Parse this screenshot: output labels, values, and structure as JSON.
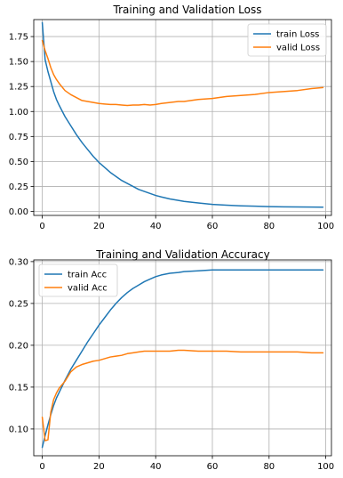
{
  "chart_data": [
    {
      "type": "line",
      "title": "Training and Validation Loss",
      "xlabel": "",
      "ylabel": "",
      "xlim": [
        -3,
        102
      ],
      "ylim": [
        -0.04,
        1.92
      ],
      "xticks": [
        0,
        20,
        40,
        60,
        80,
        100
      ],
      "yticks": [
        0.0,
        0.25,
        0.5,
        0.75,
        1.0,
        1.25,
        1.5,
        1.75
      ],
      "ytick_labels": [
        "0.00",
        "0.25",
        "0.50",
        "0.75",
        "1.00",
        "1.25",
        "1.50",
        "1.75"
      ],
      "grid": true,
      "legend_position": "top-right",
      "series": [
        {
          "name": "train Loss",
          "color": "#1f77b4",
          "x": [
            0,
            1,
            2,
            3,
            4,
            5,
            6,
            8,
            10,
            12,
            14,
            16,
            18,
            20,
            22,
            24,
            26,
            28,
            30,
            32,
            34,
            36,
            38,
            40,
            42,
            45,
            48,
            50,
            55,
            60,
            65,
            70,
            75,
            80,
            85,
            90,
            95,
            99
          ],
          "y": [
            1.89,
            1.52,
            1.4,
            1.3,
            1.2,
            1.12,
            1.06,
            0.95,
            0.86,
            0.77,
            0.69,
            0.62,
            0.55,
            0.49,
            0.44,
            0.39,
            0.35,
            0.31,
            0.28,
            0.25,
            0.22,
            0.2,
            0.18,
            0.16,
            0.145,
            0.125,
            0.11,
            0.1,
            0.085,
            0.07,
            0.062,
            0.056,
            0.052,
            0.048,
            0.046,
            0.045,
            0.043,
            0.042
          ]
        },
        {
          "name": "valid Loss",
          "color": "#ff7f0e",
          "x": [
            0,
            1,
            2,
            3,
            4,
            5,
            6,
            8,
            10,
            12,
            14,
            16,
            18,
            20,
            22,
            24,
            26,
            28,
            30,
            32,
            34,
            36,
            38,
            40,
            42,
            45,
            48,
            50,
            55,
            60,
            65,
            70,
            75,
            80,
            85,
            90,
            95,
            99
          ],
          "y": [
            1.71,
            1.61,
            1.53,
            1.44,
            1.37,
            1.32,
            1.28,
            1.21,
            1.17,
            1.14,
            1.11,
            1.1,
            1.09,
            1.08,
            1.075,
            1.07,
            1.07,
            1.065,
            1.06,
            1.065,
            1.065,
            1.07,
            1.065,
            1.07,
            1.08,
            1.09,
            1.1,
            1.1,
            1.12,
            1.13,
            1.15,
            1.16,
            1.17,
            1.19,
            1.2,
            1.21,
            1.23,
            1.24
          ]
        }
      ]
    },
    {
      "type": "line",
      "title": "Training and Validation Accuracy",
      "xlabel": "",
      "ylabel": "",
      "xlim": [
        -3,
        102
      ],
      "ylim": [
        0.068,
        0.302
      ],
      "xticks": [
        0,
        20,
        40,
        60,
        80,
        100
      ],
      "yticks": [
        0.1,
        0.15,
        0.2,
        0.25,
        0.3
      ],
      "ytick_labels": [
        "0.10",
        "0.15",
        "0.20",
        "0.25",
        "0.30"
      ],
      "grid": true,
      "legend_position": "top-left",
      "series": [
        {
          "name": "train Acc",
          "color": "#1f77b4",
          "x": [
            0,
            1,
            2,
            3,
            4,
            5,
            6,
            8,
            10,
            12,
            14,
            16,
            18,
            20,
            22,
            24,
            26,
            28,
            30,
            32,
            34,
            36,
            38,
            40,
            42,
            45,
            48,
            50,
            55,
            60,
            65,
            70,
            75,
            80,
            85,
            90,
            95,
            99
          ],
          "y": [
            0.078,
            0.092,
            0.105,
            0.117,
            0.128,
            0.137,
            0.144,
            0.158,
            0.171,
            0.182,
            0.193,
            0.204,
            0.214,
            0.224,
            0.233,
            0.242,
            0.25,
            0.257,
            0.263,
            0.268,
            0.272,
            0.276,
            0.279,
            0.282,
            0.284,
            0.286,
            0.287,
            0.288,
            0.289,
            0.29,
            0.29,
            0.29,
            0.29,
            0.29,
            0.29,
            0.29,
            0.29,
            0.29
          ]
        },
        {
          "name": "valid Acc",
          "color": "#ff7f0e",
          "x": [
            0,
            1,
            2,
            3,
            4,
            5,
            6,
            8,
            10,
            12,
            14,
            16,
            18,
            20,
            22,
            24,
            26,
            28,
            30,
            32,
            34,
            36,
            38,
            40,
            42,
            45,
            48,
            50,
            55,
            60,
            65,
            70,
            75,
            80,
            85,
            90,
            95,
            99
          ],
          "y": [
            0.114,
            0.086,
            0.087,
            0.12,
            0.135,
            0.143,
            0.149,
            0.157,
            0.168,
            0.174,
            0.177,
            0.179,
            0.181,
            0.182,
            0.184,
            0.186,
            0.187,
            0.188,
            0.19,
            0.191,
            0.192,
            0.193,
            0.193,
            0.193,
            0.193,
            0.193,
            0.194,
            0.194,
            0.193,
            0.193,
            0.193,
            0.192,
            0.192,
            0.192,
            0.192,
            0.192,
            0.191,
            0.191
          ]
        }
      ]
    }
  ]
}
